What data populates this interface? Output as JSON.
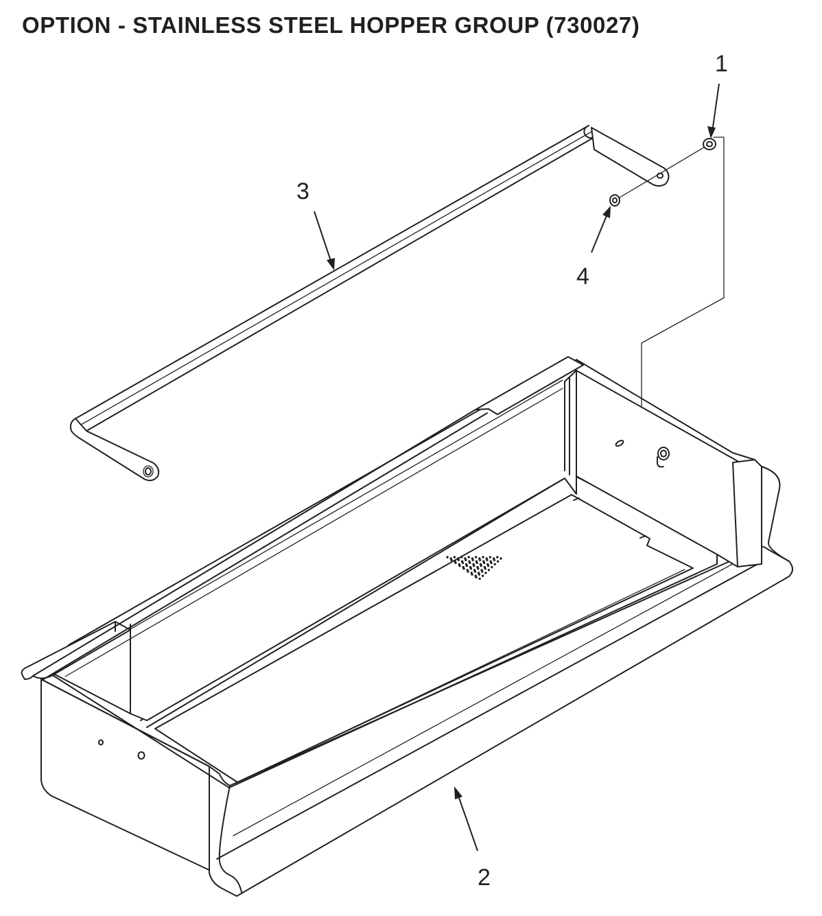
{
  "title": "OPTION - STAINLESS STEEL HOPPER GROUP (730027)",
  "callouts": [
    {
      "id": "1",
      "label": "1"
    },
    {
      "id": "2",
      "label": "2"
    },
    {
      "id": "3",
      "label": "3"
    },
    {
      "id": "4",
      "label": "4"
    }
  ],
  "line_color": "#231f20"
}
